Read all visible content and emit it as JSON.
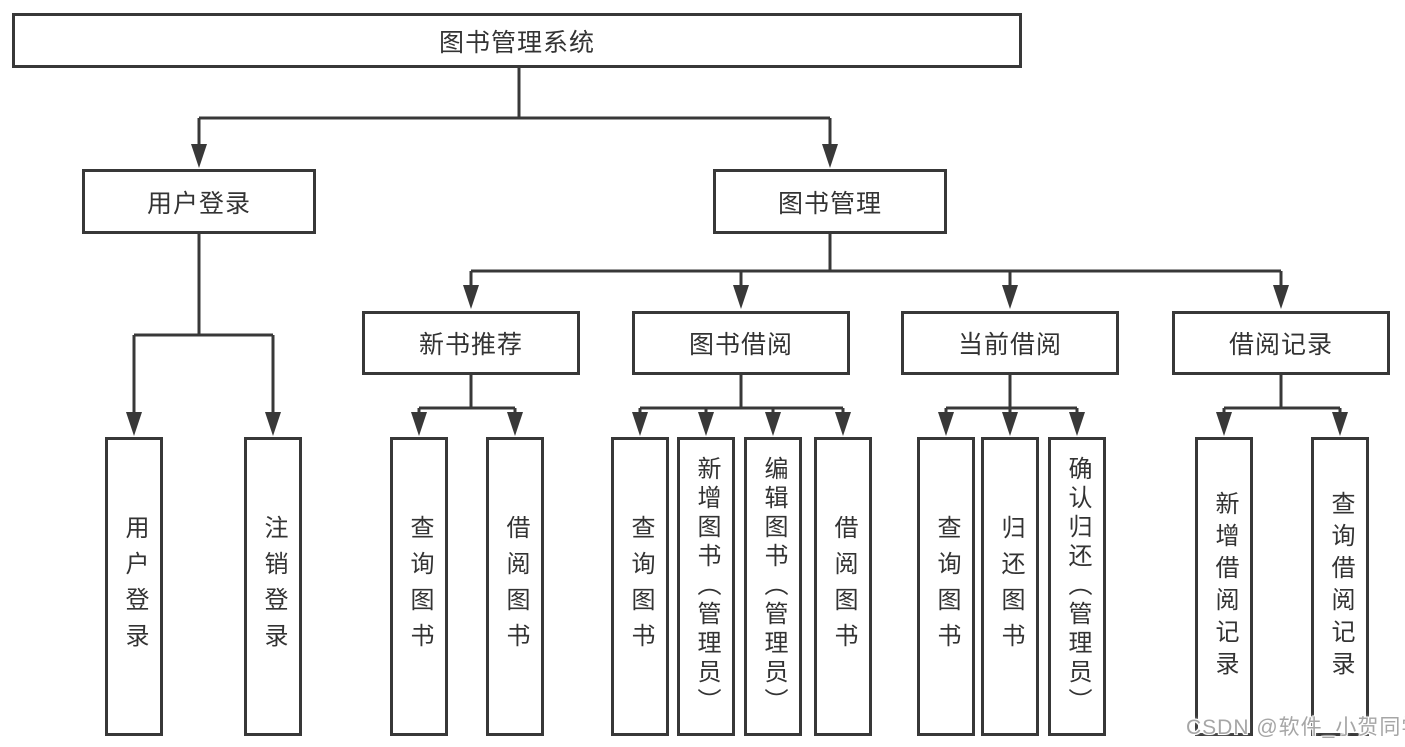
{
  "diagram": {
    "root": {
      "label": "图书管理系统"
    },
    "branches": [
      {
        "label": "用户登录",
        "children": [
          {
            "label": "用户登录"
          },
          {
            "label": "注销登录"
          }
        ]
      },
      {
        "label": "图书管理",
        "children": [
          {
            "label": "新书推荐",
            "children": [
              {
                "label": "查询图书"
              },
              {
                "label": "借阅图书"
              }
            ]
          },
          {
            "label": "图书借阅",
            "children": [
              {
                "label": "查询图书"
              },
              {
                "label": "新增图书（管理员）"
              },
              {
                "label": "编辑图书（管理员）"
              },
              {
                "label": "借阅图书"
              }
            ]
          },
          {
            "label": "当前借阅",
            "children": [
              {
                "label": "查询图书"
              },
              {
                "label": "归还图书"
              },
              {
                "label": "确认归还（管理员）"
              }
            ]
          },
          {
            "label": "借阅记录",
            "children": [
              {
                "label": "新增借阅记录"
              },
              {
                "label": "查询借阅记录"
              }
            ]
          }
        ]
      }
    ]
  },
  "watermark": {
    "text": "CSDN @软件_小贺同学"
  },
  "colors": {
    "line": "#383838",
    "text": "#333333",
    "background": "#ffffff",
    "watermark_text": "#a6a6a6"
  }
}
